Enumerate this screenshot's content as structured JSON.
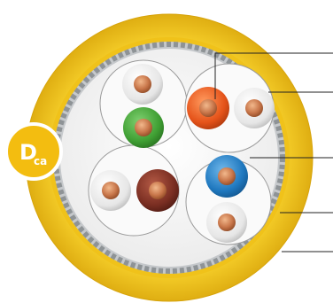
{
  "badge": {
    "label": "D",
    "subscript": "ca"
  },
  "colors": {
    "jacket": "#f2c418",
    "jacket_dark": "#d9a70c",
    "shield": "#b9bcbf",
    "filler": "#f4f4f4",
    "badge": "#f3bd10",
    "copper": "#c8764a",
    "white_insulation": "#eeeeee",
    "green_insulation": "#43a637",
    "orange_insulation": "#ea5a1e",
    "blue_insulation": "#1f7fc4",
    "brown_insulation": "#7a2e22",
    "leader_line": "#222222"
  },
  "pairs": [
    {
      "name": "green-pair",
      "conductors": [
        "white",
        "green"
      ]
    },
    {
      "name": "orange-pair",
      "conductors": [
        "orange",
        "white"
      ]
    },
    {
      "name": "brown-pair",
      "conductors": [
        "white",
        "brown"
      ]
    },
    {
      "name": "blue-pair",
      "conductors": [
        "blue",
        "white"
      ]
    }
  ]
}
